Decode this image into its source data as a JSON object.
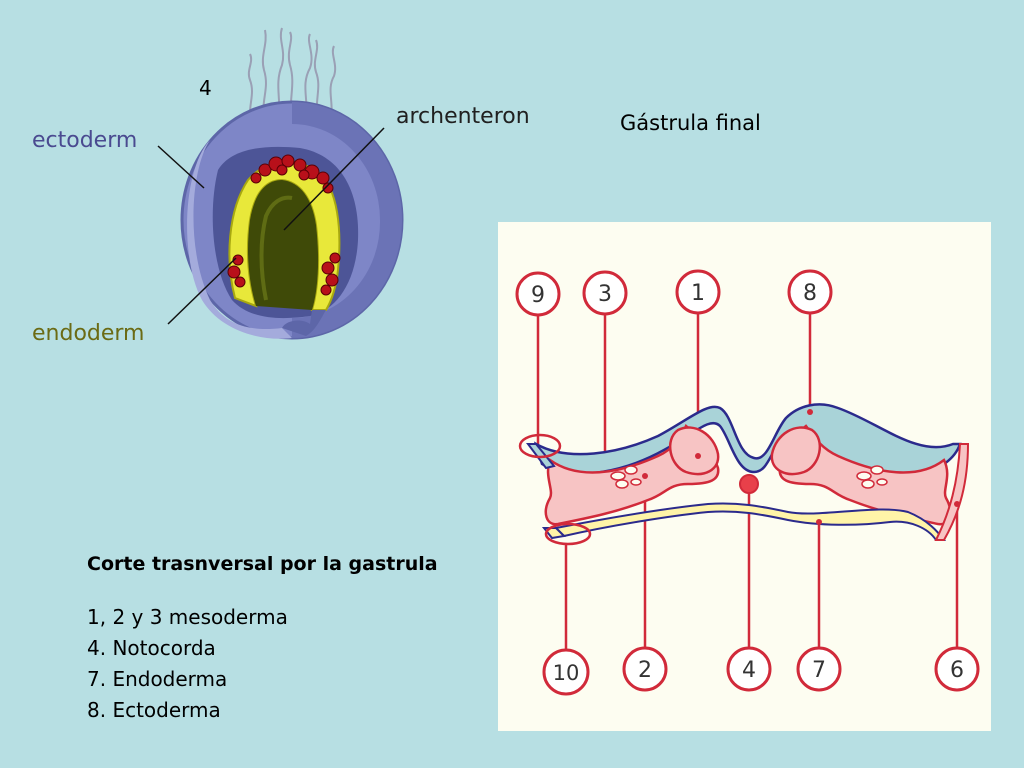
{
  "slide": {
    "number": "4",
    "title": "Gástrula final"
  },
  "gastrula": {
    "labels": {
      "ectoderm": "ectoderm",
      "archenteron": "archenteron",
      "endoderm": "endoderm"
    },
    "colors": {
      "ectoderm": "#7e86c7",
      "endoderm": "#e8e83a",
      "archenteron": "#3f4a08",
      "mesoderm_cells": "#b8101a"
    }
  },
  "section": {
    "callouts": {
      "top": [
        "9",
        "3",
        "1",
        "8"
      ],
      "bottom": [
        "10",
        "2",
        "4",
        "7",
        "6"
      ]
    },
    "colors": {
      "ectoderm": "#a9d3d8",
      "mesoderm": "#f7c4c4",
      "endoderm": "#fff4a8",
      "outline_red": "#d12a3a",
      "outline_blue": "#2b2a8c"
    }
  },
  "caption": {
    "title": "Corte trasnversal por la gastrula",
    "lines": [
      "1, 2 y 3 mesoderma",
      "4. Notocorda",
      "7. Endoderma",
      "8. Ectoderma"
    ]
  }
}
